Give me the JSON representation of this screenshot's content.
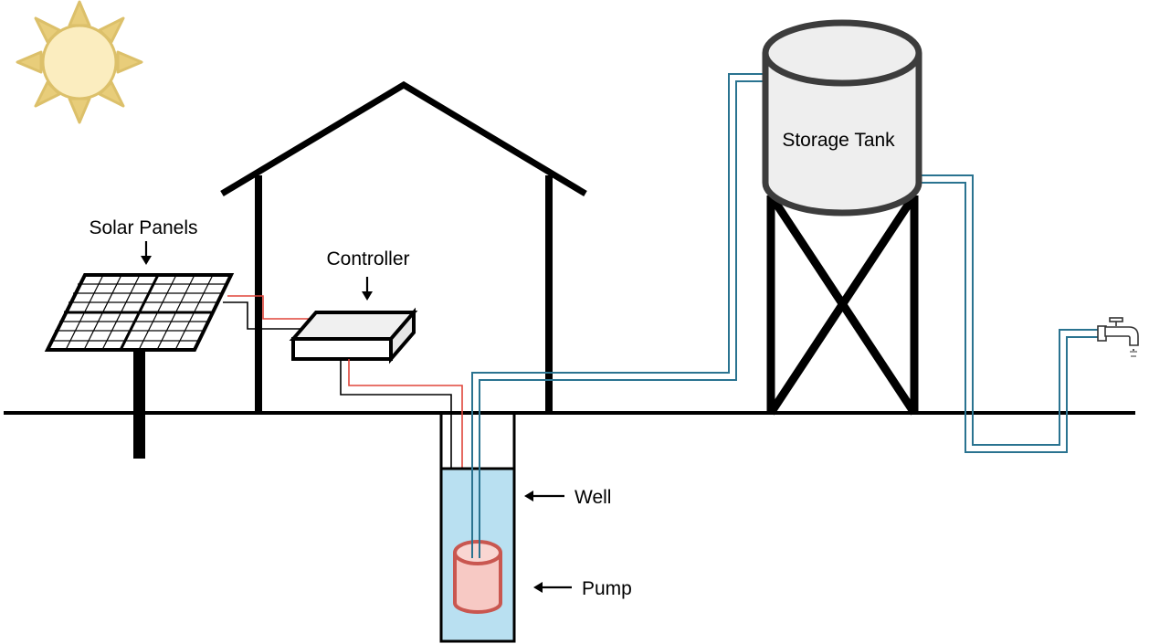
{
  "labels": {
    "solar_panels": "Solar Panels",
    "controller": "Controller",
    "storage_tank": "Storage Tank",
    "well": "Well",
    "pump": "Pump"
  },
  "colors": {
    "sun_fill": "#fbedbf",
    "sun_stroke": "#dcc06a",
    "pipe": "#2a7390",
    "wire_red": "#e0453a",
    "wire_black": "#000000",
    "water": "#b9e0f1",
    "pump_fill": "#f7c9c4",
    "pump_stroke": "#c95750",
    "tank_fill": "#eeeeee",
    "tank_stroke": "#3c3c3c"
  }
}
